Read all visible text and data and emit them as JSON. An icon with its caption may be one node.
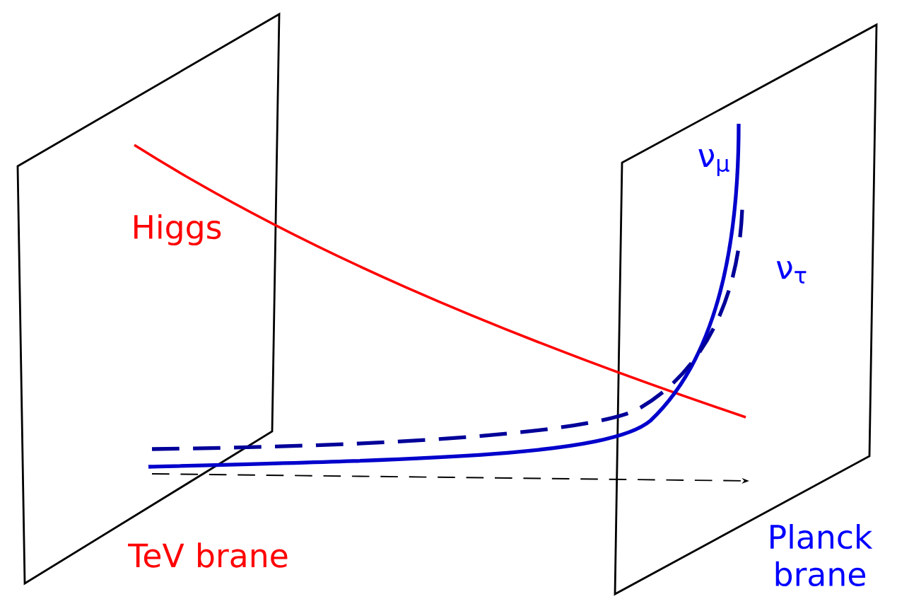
{
  "diagram": {
    "nodes": [
      {
        "text": [
          "TeV brane"
        ]
      },
      {
        "text": [
          "Planck brane"
        ]
      }
    ],
    "edges": [],
    "labels": [
      "Higgs",
      "ν$_{μ}$",
      "ν$_{τ}$"
    ]
  }
}
